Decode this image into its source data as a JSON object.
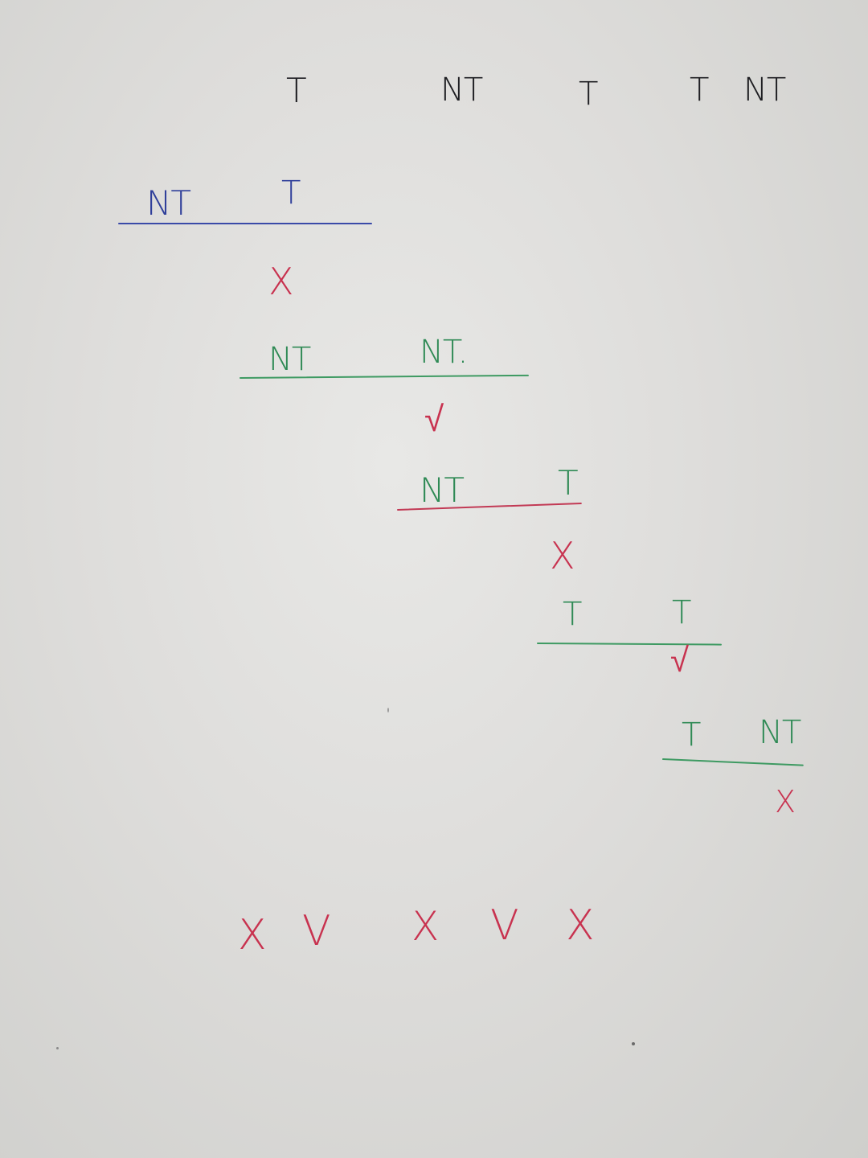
{
  "header_row": [
    "T",
    "NT",
    "T",
    "T",
    "NT"
  ],
  "steps": [
    {
      "left": "NT",
      "right": "T",
      "result": "X"
    },
    {
      "left": "NT",
      "right": "NT.",
      "result": "√"
    },
    {
      "left": "NT",
      "right": "T",
      "result": "X"
    },
    {
      "left": "T",
      "right": "T",
      "result": "√"
    },
    {
      "left": "T",
      "right": "NT",
      "result": "X"
    }
  ],
  "summary_row": [
    "X",
    "V",
    "X",
    "V",
    "X"
  ],
  "colors": {
    "black_ink": "#1e1e22",
    "blue_ink": "#2f3f9a",
    "green_ink": "#2f8a55",
    "red_ink": "#c8324f"
  }
}
